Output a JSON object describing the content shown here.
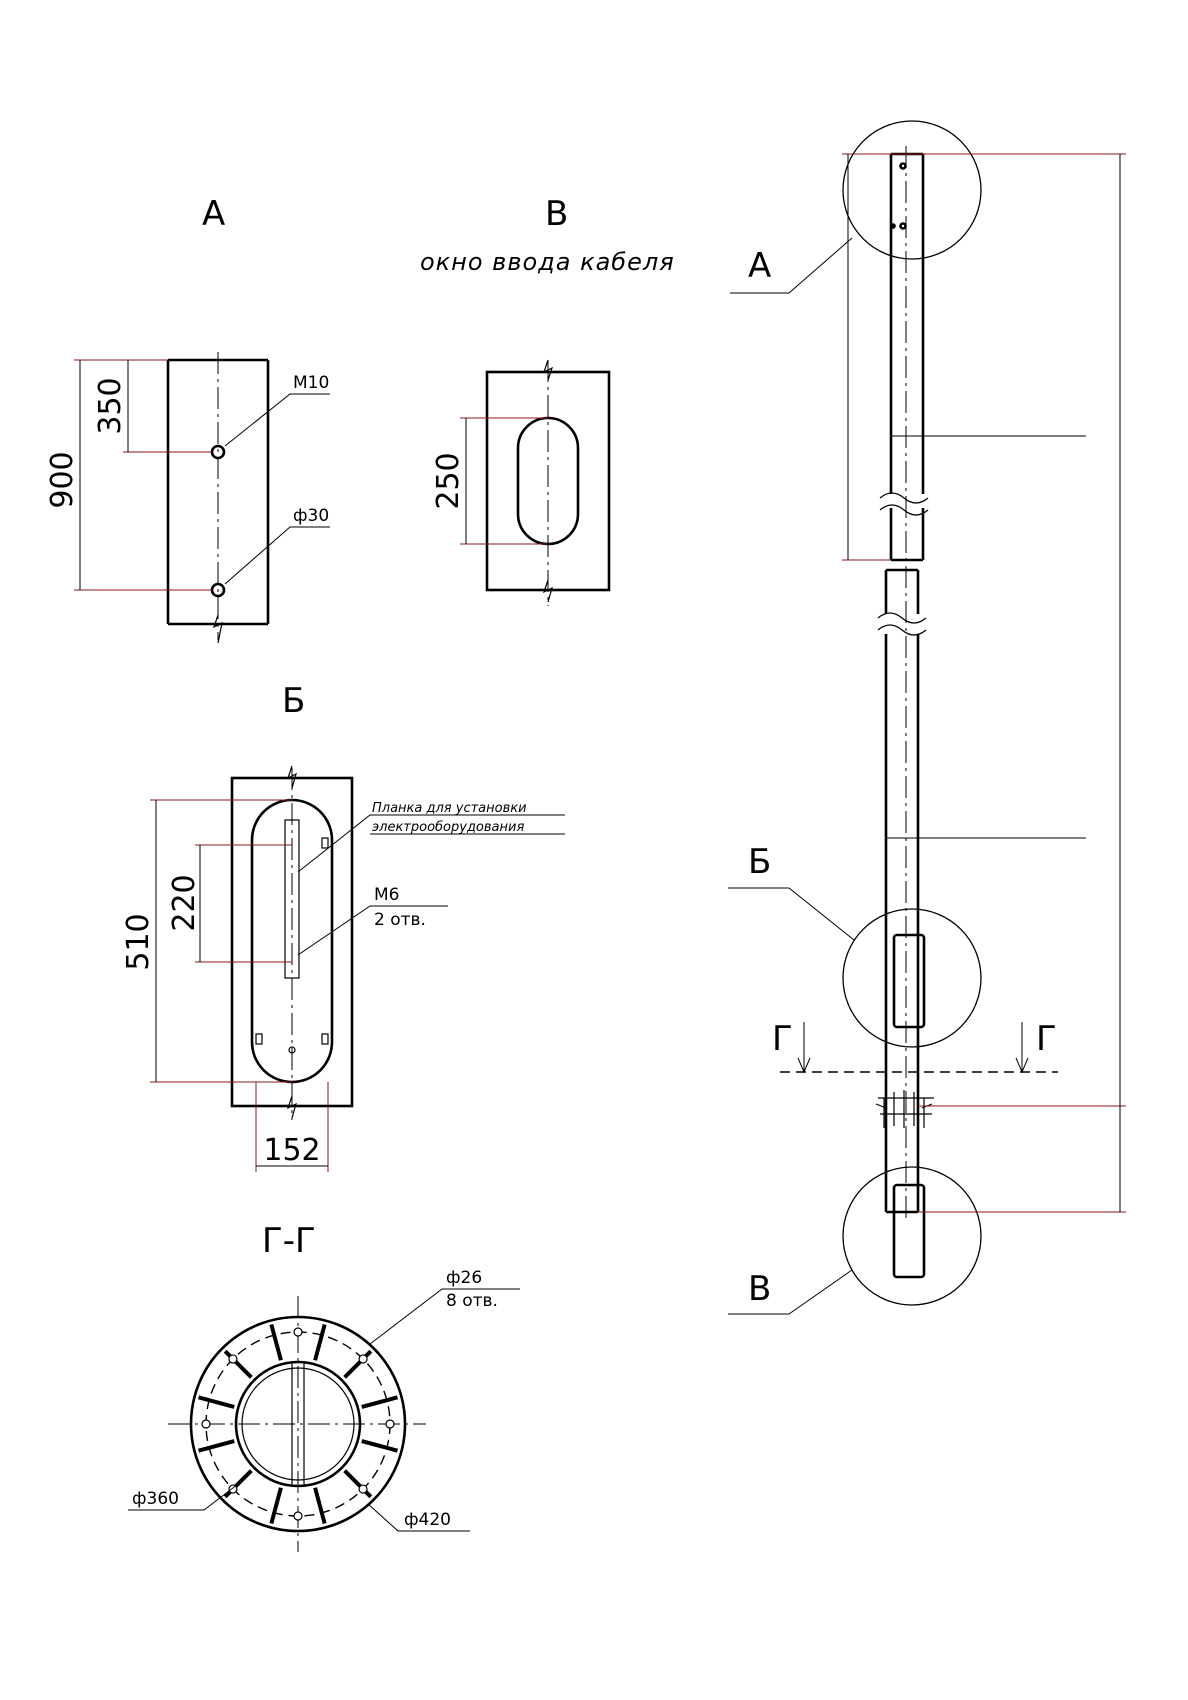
{
  "view_a": {
    "title": "А",
    "dim_total": "900",
    "dim_top": "350",
    "thread": "М10",
    "hole": "ф30"
  },
  "view_v": {
    "title": "В",
    "subtitle": "окно ввода кабеля",
    "dim_height": "250"
  },
  "view_b": {
    "title": "Б",
    "plate_note_line1": "Планка для установки",
    "plate_note_line2": "электрооборудования",
    "thread": "М6",
    "holes_count": "2 отв.",
    "dim_total": "510",
    "dim_plate": "220",
    "dim_width": "152"
  },
  "section_g": {
    "title": "Г-Г",
    "hole_dia": "ф26",
    "holes_count": "8 отв.",
    "dia_inner": "ф360",
    "dia_outer": "ф420"
  },
  "pole": {
    "callout_a": "А",
    "callout_b": "Б",
    "callout_v": "В",
    "section_mark_left": "Г",
    "section_mark_right": "Г"
  }
}
